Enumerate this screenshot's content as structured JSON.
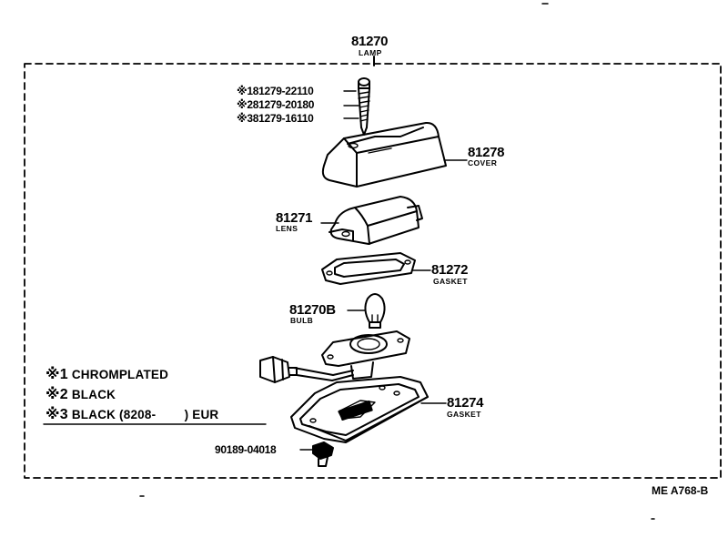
{
  "assembly": {
    "part_no": "81270",
    "name": "LAMP"
  },
  "screw": {
    "variants": [
      "※181279-22110",
      "※281279-20180",
      "※381279-16110"
    ]
  },
  "parts": [
    {
      "id": "cover",
      "part_no": "81278",
      "name": "COVER"
    },
    {
      "id": "lens",
      "part_no": "81271",
      "name": "LENS"
    },
    {
      "id": "gasket-upper",
      "part_no": "81272",
      "name": "GASKET"
    },
    {
      "id": "bulb",
      "part_no": "81270B",
      "name": "BULB"
    },
    {
      "id": "gasket-lower",
      "part_no": "81274",
      "name": "GASKET"
    }
  ],
  "clip": {
    "part_no": "90189-04018"
  },
  "legend": [
    {
      "mark": "※1",
      "text": "CHROMPLATED"
    },
    {
      "mark": "※2",
      "text": "BLACK"
    },
    {
      "mark": "※3",
      "text": "BLACK (8208-　　  ) EUR"
    }
  ],
  "figure_ref": "ME A768-B"
}
